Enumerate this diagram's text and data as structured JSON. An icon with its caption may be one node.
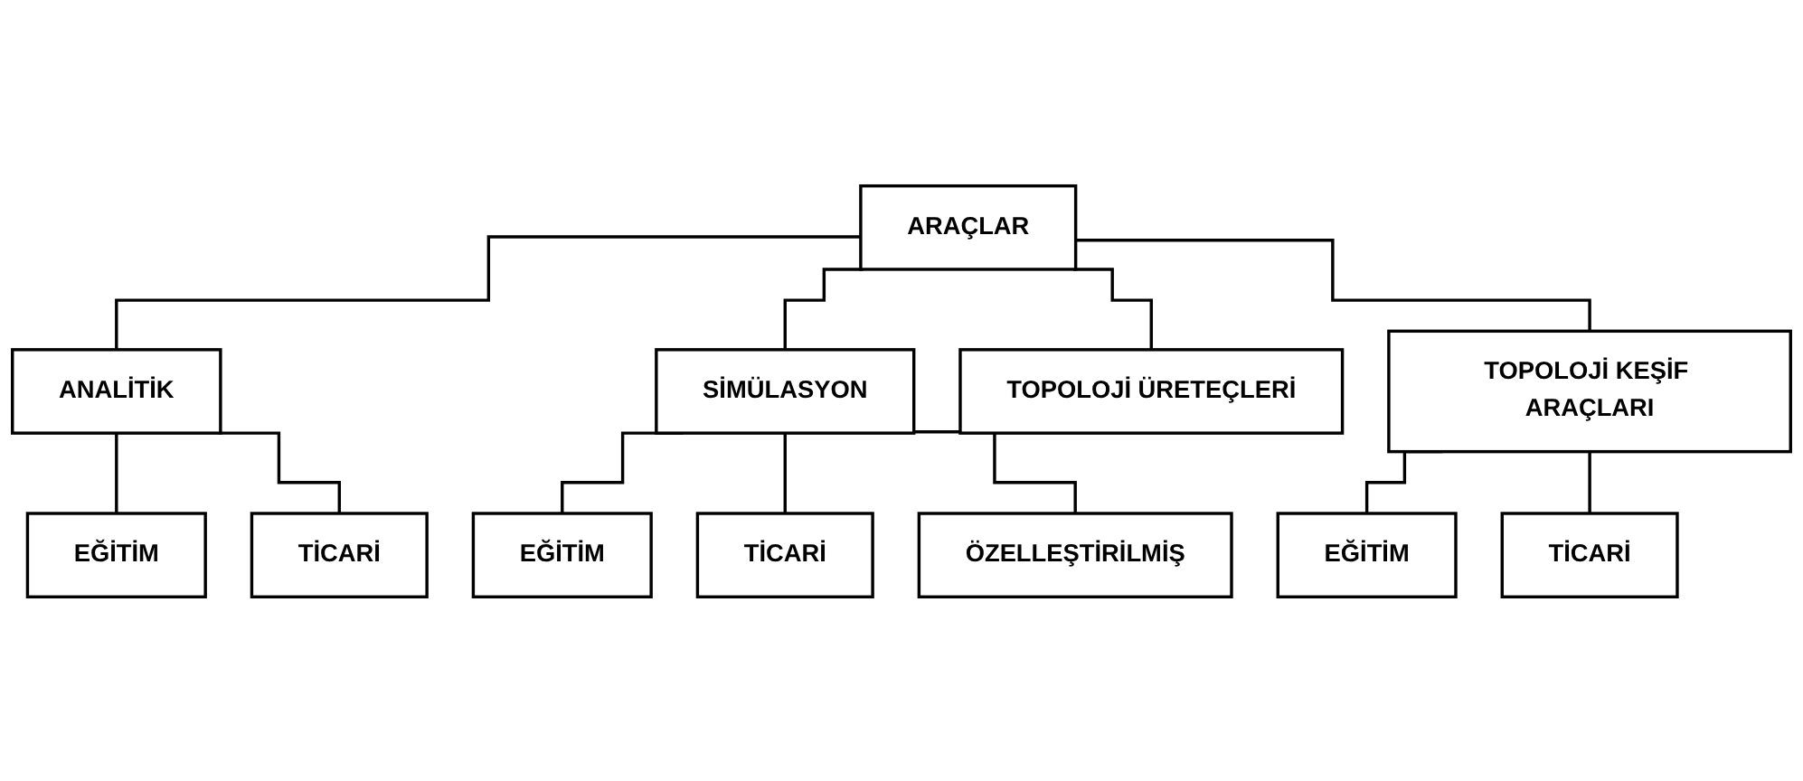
{
  "diagram": {
    "nodes": [
      {
        "text": [
          "ARAÇLAR"
        ]
      },
      {
        "text": [
          "ANALİTİK"
        ]
      },
      {
        "text": [
          "SİMÜLASYON"
        ]
      },
      {
        "text": [
          "TOPOLOJİ ÜRETEÇLERİ"
        ]
      },
      {
        "text": [
          "TOPOLOJİ KEŞİF ARAÇLARI"
        ]
      },
      {
        "text": [
          "EĞİTİM"
        ]
      },
      {
        "text": [
          "TİCARİ"
        ]
      },
      {
        "text": [
          "EĞİTİM"
        ]
      },
      {
        "text": [
          "TİCARİ"
        ]
      },
      {
        "text": [
          "EĞİTİM"
        ]
      },
      {
        "text": [
          "TİCARİ"
        ]
      },
      {
        "text": [
          "ÖZELLEŞTİRİLMİŞ"
        ]
      }
    ],
    "edges": [
      {
        "from": 0,
        "to": 1,
        "arrow": "none"
      },
      {
        "from": 0,
        "to": 2,
        "arrow": "none"
      },
      {
        "from": 0,
        "to": 3,
        "arrow": "none"
      },
      {
        "from": 0,
        "to": 4,
        "arrow": "none"
      },
      {
        "from": 1,
        "to": 5,
        "arrow": "none"
      },
      {
        "from": 1,
        "to": 6,
        "arrow": "none"
      },
      {
        "from": 4,
        "to": 7,
        "arrow": "none"
      },
      {
        "from": 4,
        "to": 8,
        "arrow": "none"
      },
      {
        "from": 2,
        "to": 9,
        "arrow": "none"
      },
      {
        "from": 2,
        "to": 10,
        "arrow": "none"
      },
      {
        "from": 2,
        "to": 11,
        "arrow": "none"
      }
    ]
  }
}
